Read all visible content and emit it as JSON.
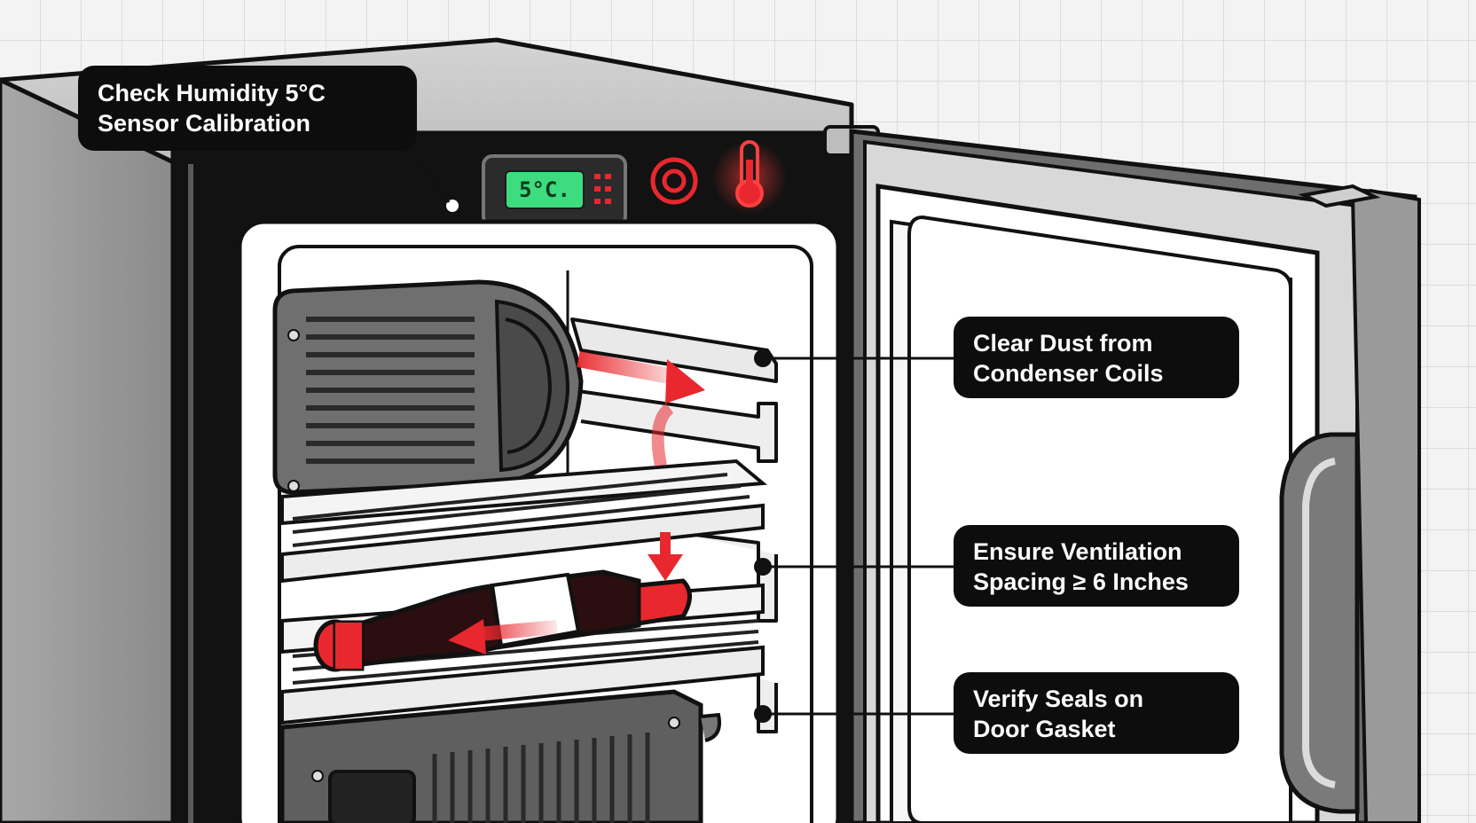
{
  "callouts": {
    "humidity": {
      "line1": "Check Humidity 5°C",
      "line2": "Sensor Calibration"
    },
    "condenser": {
      "line1": "Clear Dust from",
      "line2": "Condenser Coils"
    },
    "ventilation": {
      "line1": "Ensure Ventilation",
      "line2": "Spacing ≥ 6 Inches"
    },
    "seals": {
      "line1": "Verify Seals on",
      "line2": "Door Gasket"
    }
  },
  "display": {
    "temperature": "5°C."
  },
  "icons": [
    "power-button-icon",
    "thermometer-icon"
  ],
  "colors": {
    "accent_red": "#e8282e",
    "display_green": "#3ddc7f",
    "callout_bg": "#0d0d0d",
    "grid_bg": "#f2f2f2"
  }
}
